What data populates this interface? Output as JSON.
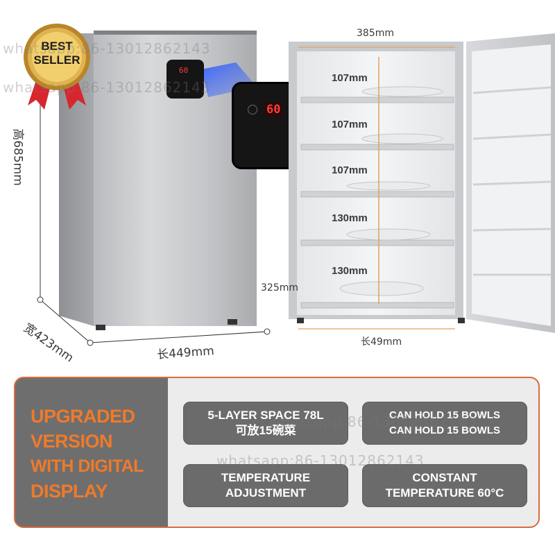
{
  "badge": {
    "line1": "BEST",
    "line2": "SELLER"
  },
  "display": {
    "small": "60",
    "zoom": "60"
  },
  "dimensions": {
    "height": "高685mm",
    "depth": "宽423mm",
    "length_left": "长449mm",
    "inner_width": "385mm",
    "inner_depth": "325mm",
    "length_right": "长49mm"
  },
  "shelves": [
    "107mm",
    "107mm",
    "107mm",
    "130mm",
    "130mm"
  ],
  "watermarks": [
    "whatsapp:86-13012862143",
    "whatsapp:86-13012862143",
    "whatsapp:86-13012862143",
    "whatsapp:86-13012862143"
  ],
  "panel": {
    "headline": [
      "UPGRADED",
      "VERSION",
      "WITH DIGITAL",
      "DISPLAY"
    ],
    "features": [
      {
        "line1": "5-LAYER SPACE 78L",
        "line2": "可放15碗菜"
      },
      {
        "line1": "CAN HOLD 15 BOWLS",
        "line2": "CAN HOLD 15 BOWLS"
      },
      {
        "line1": "TEMPERATURE",
        "line2": "ADJUSTMENT"
      },
      {
        "line1": "CONSTANT",
        "line2": "TEMPERATURE 60°C"
      }
    ]
  },
  "colors": {
    "accent": "#f07a2a",
    "panel_dark": "#6e6e6e",
    "display_red": "#ff3b3b",
    "steel": "#c9cbce"
  }
}
